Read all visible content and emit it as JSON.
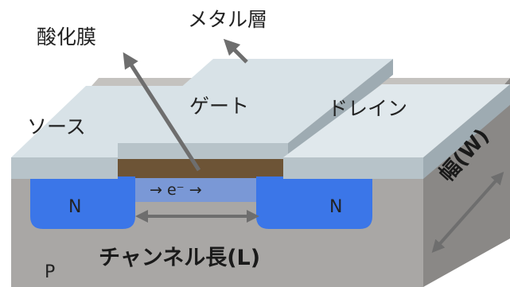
{
  "labels": {
    "metal_layer": "メタル層",
    "oxide_film": "酸化膜",
    "gate": "ゲート",
    "source": "ソース",
    "drain": "ドレイン",
    "n_left": "N",
    "n_right": "N",
    "electron_flow": "→ e⁻ →",
    "p_substrate": "P",
    "channel_length": "チャンネル長(L)",
    "width": "幅(W)"
  },
  "colors": {
    "substrate_front": "#a9a7a5",
    "substrate_top": "#c2c0bd",
    "substrate_side": "#8a8886",
    "n_region": "#3b76e8",
    "channel": "#7a98d6",
    "oxide": "#6d5436",
    "metal_top": "#d8e2e7",
    "metal_face": "#b7c3c9",
    "arrow": "#6e6e6e"
  }
}
